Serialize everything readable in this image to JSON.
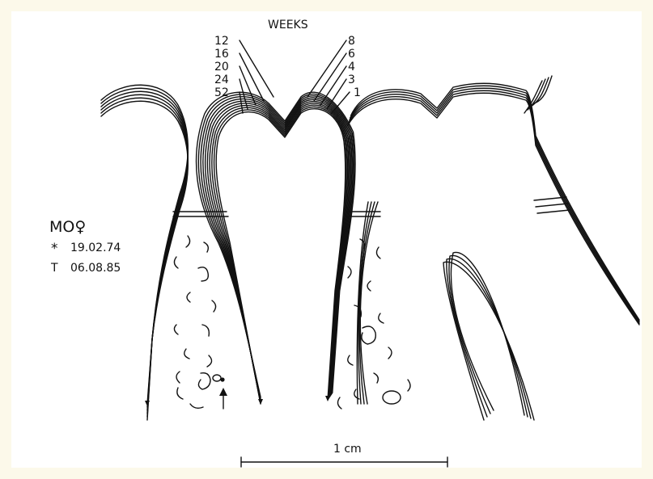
{
  "title": "WEEKS",
  "weeks_left": [
    "12",
    "16",
    "20",
    "24",
    "52"
  ],
  "weeks_right": [
    "8",
    "6",
    "4",
    "3",
    "1"
  ],
  "patient": {
    "code": "MO♀",
    "birth_symbol": "*",
    "birth_date": "19.02.74",
    "treatment_symbol": "T",
    "treatment_date": "06.08.85"
  },
  "scale_bar": {
    "label": "1 cm"
  },
  "colors": {
    "ink": "#111111",
    "frame": "#fcf9ea",
    "paper": "#ffffff"
  }
}
